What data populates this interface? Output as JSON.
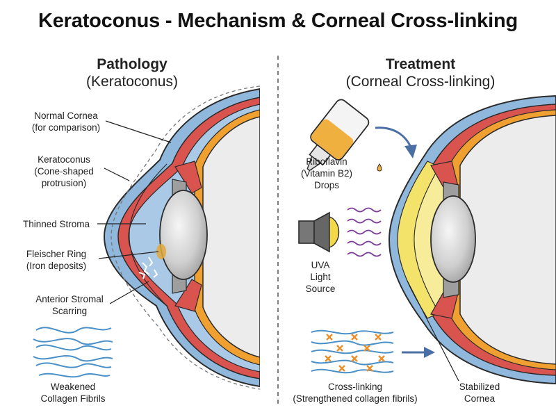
{
  "title": "Keratoconus - Mechanism & Corneal Cross-linking",
  "left": {
    "heading": "Pathology",
    "subheading": "(Keratoconus)",
    "labels": {
      "normal_cornea": [
        "Normal Cornea",
        "(for comparison)"
      ],
      "keratoconus": [
        "Keratoconus",
        "(Cone-shaped",
        "protrusion)"
      ],
      "thinned_stroma": [
        "Thinned Stroma"
      ],
      "fleischer_ring": [
        "Fleischer Ring",
        "(Iron deposits)"
      ],
      "scarring": [
        "Anterior Stromal",
        "Scarring"
      ],
      "fibrils": [
        "Weakened",
        "Collagen Fibrils"
      ]
    }
  },
  "right": {
    "heading": "Treatment",
    "subheading": "(Corneal Cross-linking)",
    "labels": {
      "riboflavin": [
        "Riboflavin",
        "(Vitamin B2)",
        "Drops"
      ],
      "uva": [
        "UVA",
        "Light",
        "Source"
      ],
      "crosslinking": [
        "Cross-linking",
        "(Strengthened collagen fibrils)"
      ],
      "stabilized": [
        "Stabilized",
        "Cornea"
      ]
    }
  },
  "colors": {
    "sclera_blue": "#8fb8dc",
    "choroid_red": "#d9534f",
    "orange_layer": "#f0a030",
    "lens_gray": "#c8c8c8",
    "riboflavin_yellow": "#f3e36a",
    "uv_purple": "#7d3c98",
    "fibril_blue": "#4a90c8",
    "crosslink_orange": "#e8902a"
  }
}
